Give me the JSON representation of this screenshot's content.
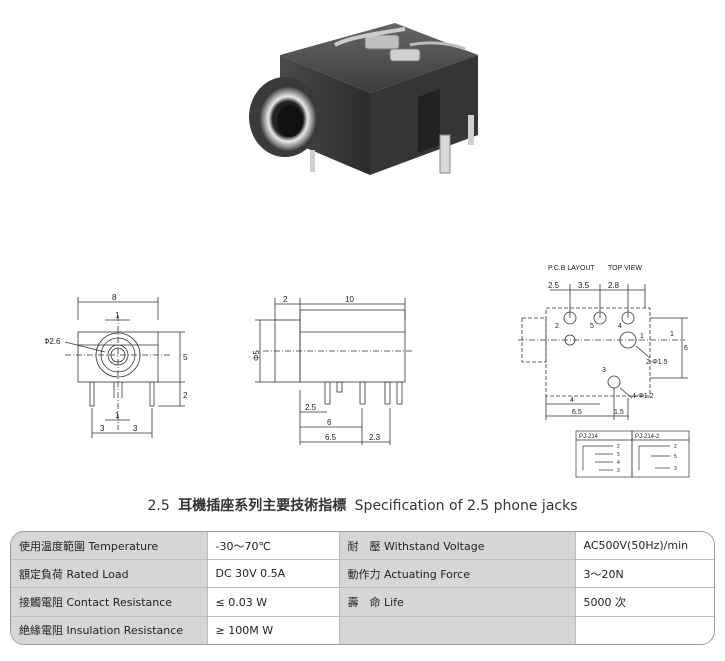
{
  "title": {
    "size": "2.5",
    "zh": "耳機插座系列主要技術指標",
    "en": "Specification of 2.5 phone jacks"
  },
  "drawings": {
    "front": {
      "dim_width": "8",
      "dim_inner": "1",
      "dim_dia": "Φ2.6",
      "dim_height": "5",
      "dim_pin": "2",
      "dim_bottom_inner": "1",
      "dim_left": "3",
      "dim_right": "3"
    },
    "side": {
      "dim_front": "2",
      "dim_length": "10",
      "dim_dia": "Φ5",
      "dim_a": "2.5",
      "dim_b": "6",
      "dim_c": "6.5",
      "dim_d": "2.3"
    },
    "pcb": {
      "label_layout": "P.C.B LAYOUT",
      "label_view": "TOP VIEW",
      "dim_25": "2.5",
      "dim_35": "3.5",
      "dim_28": "2.8",
      "pin_2": "2",
      "pin_5": "5",
      "pin_4": "4",
      "pin_1": "1",
      "pin_3": "3",
      "dim_side_1": "1",
      "dim_side_6": "6",
      "hole_a": "2-Φ1.5",
      "hole_b": "4-Φ1.2",
      "dim_4": "4",
      "dim_65": "6.5",
      "dim_15": "1.5"
    },
    "schematic": {
      "model_a": "PJ-214",
      "model_b": "PJ-214-2",
      "a_pins": [
        "2",
        "5",
        "4",
        "3"
      ],
      "b_pins": [
        "2",
        "5",
        "3"
      ]
    }
  },
  "spec": {
    "rows": [
      {
        "zh1": "使用温度範圍",
        "en1": "Temperature",
        "v1": "-30～70℃",
        "zh2": "耐　壓",
        "en2": "Withstand Voltage",
        "v2": "AC500V(50Hz)/min"
      },
      {
        "zh1": "額定負荷",
        "en1": "Rated Load",
        "v1": "DC  30V  0.5A",
        "zh2": "動作力",
        "en2": "Actuating Force",
        "v2": "3～20N"
      },
      {
        "zh1": "接觸電阻",
        "en1": "Contact Resistance",
        "v1": "≤ 0.03 W",
        "zh2": "壽　命",
        "en2": "Life",
        "v2": "5000 次"
      },
      {
        "zh1": "絶緣電阻",
        "en1": "Insulation Resistance",
        "v1": "≥ 100M W",
        "zh2": "",
        "en2": "",
        "v2": ""
      }
    ]
  }
}
